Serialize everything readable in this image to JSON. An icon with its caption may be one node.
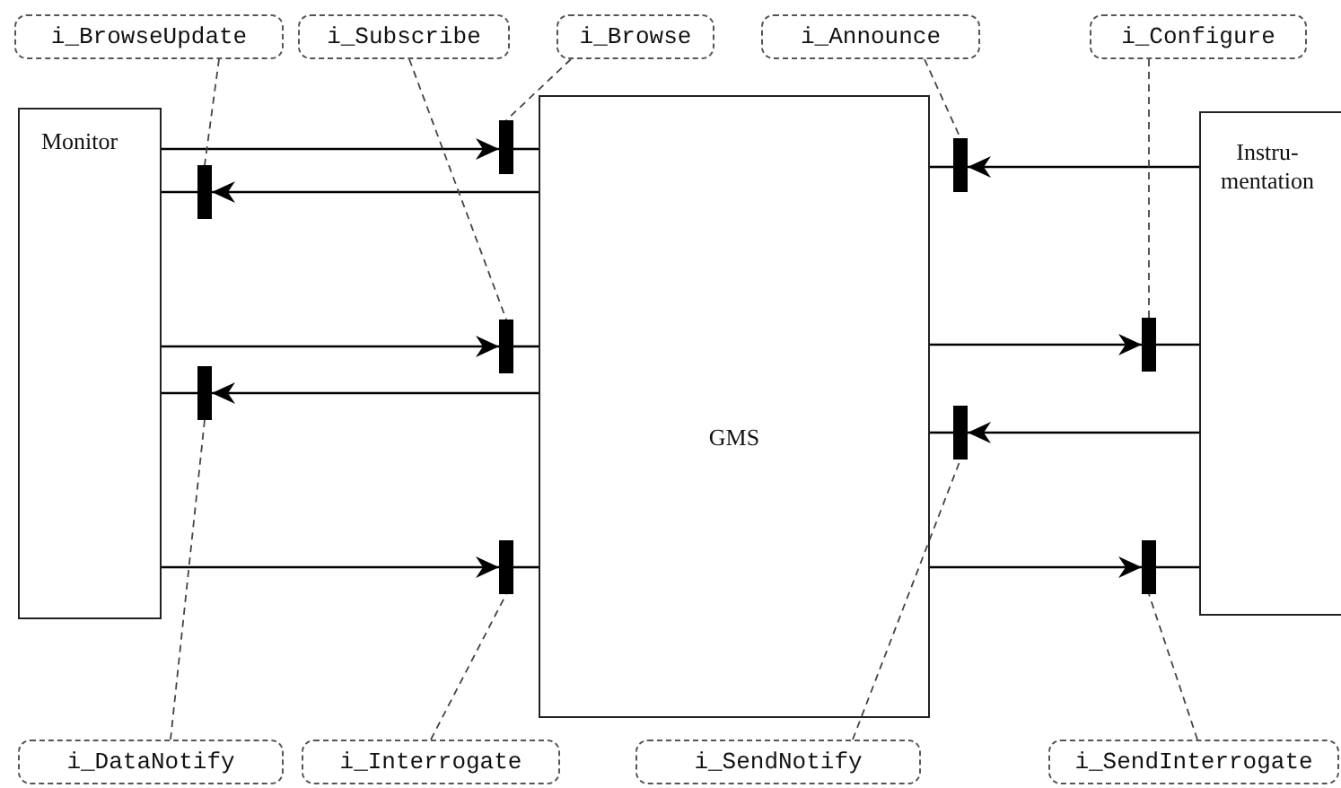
{
  "diagram": {
    "nodes": [
      {
        "text": [
          "Monitor"
        ]
      },
      {
        "text": [
          "GMS"
        ]
      },
      {
        "text": [
          "Instru-mentation"
        ]
      },
      {
        "text": [
          "i_BrowseUpdate"
        ]
      },
      {
        "text": [
          "i_Subscribe"
        ]
      },
      {
        "text": [
          "i_Browse"
        ]
      },
      {
        "text": [
          "i_Announce"
        ]
      },
      {
        "text": [
          "i_Configure"
        ]
      },
      {
        "text": [
          "i_DataNotify"
        ]
      },
      {
        "text": [
          "i_Interrogate"
        ]
      },
      {
        "text": [
          "i_SendNotify"
        ]
      },
      {
        "text": [
          "i_SendInterrogate"
        ]
      },
      {
        "text": [],
        "shape": "bar"
      },
      {
        "text": [],
        "shape": "bar"
      },
      {
        "text": [],
        "shape": "bar"
      },
      {
        "text": [],
        "shape": "bar"
      },
      {
        "text": [],
        "shape": "bar"
      },
      {
        "text": [],
        "shape": "bar"
      },
      {
        "text": [],
        "shape": "bar"
      },
      {
        "text": [],
        "shape": "bar"
      },
      {
        "text": [],
        "shape": "bar"
      }
    ],
    "edges": [
      {
        "from": 0,
        "to": 12,
        "arrow": "to"
      },
      {
        "from": 12,
        "to": 1,
        "arrow": "none"
      },
      {
        "from": 1,
        "to": 14,
        "arrow": "to"
      },
      {
        "from": 14,
        "to": 0,
        "arrow": "none"
      },
      {
        "from": 0,
        "to": 16,
        "arrow": "to"
      },
      {
        "from": 16,
        "to": 1,
        "arrow": "none"
      },
      {
        "from": 1,
        "to": 17,
        "arrow": "to"
      },
      {
        "from": 17,
        "to": 0,
        "arrow": "none"
      },
      {
        "from": 0,
        "to": 19,
        "arrow": "to"
      },
      {
        "from": 19,
        "to": 1,
        "arrow": "none"
      },
      {
        "from": 2,
        "to": 13,
        "arrow": "to"
      },
      {
        "from": 13,
        "to": 1,
        "arrow": "none"
      },
      {
        "from": 1,
        "to": 15,
        "arrow": "to"
      },
      {
        "from": 15,
        "to": 2,
        "arrow": "none"
      },
      {
        "from": 2,
        "to": 18,
        "arrow": "to"
      },
      {
        "from": 18,
        "to": 1,
        "arrow": "none"
      },
      {
        "from": 1,
        "to": 20,
        "arrow": "to"
      },
      {
        "from": 20,
        "to": 2,
        "arrow": "none"
      },
      {
        "from": 3,
        "to": 14,
        "arrow": "none",
        "style": "dashed",
        "color": "#444444"
      },
      {
        "from": 4,
        "to": 16,
        "arrow": "none",
        "style": "dashed",
        "color": "#444444"
      },
      {
        "from": 5,
        "to": 12,
        "arrow": "none",
        "style": "dashed",
        "color": "#444444"
      },
      {
        "from": 6,
        "to": 13,
        "arrow": "none",
        "style": "dashed",
        "color": "#444444"
      },
      {
        "from": 7,
        "to": 15,
        "arrow": "none",
        "style": "dashed",
        "color": "#444444"
      },
      {
        "from": 8,
        "to": 17,
        "arrow": "none",
        "style": "dashed",
        "color": "#444444"
      },
      {
        "from": 9,
        "to": 19,
        "arrow": "none",
        "style": "dashed",
        "color": "#444444"
      },
      {
        "from": 10,
        "to": 18,
        "arrow": "none",
        "style": "dashed",
        "color": "#444444"
      },
      {
        "from": 11,
        "to": 20,
        "arrow": "none",
        "style": "dashed",
        "color": "#444444"
      }
    ]
  }
}
